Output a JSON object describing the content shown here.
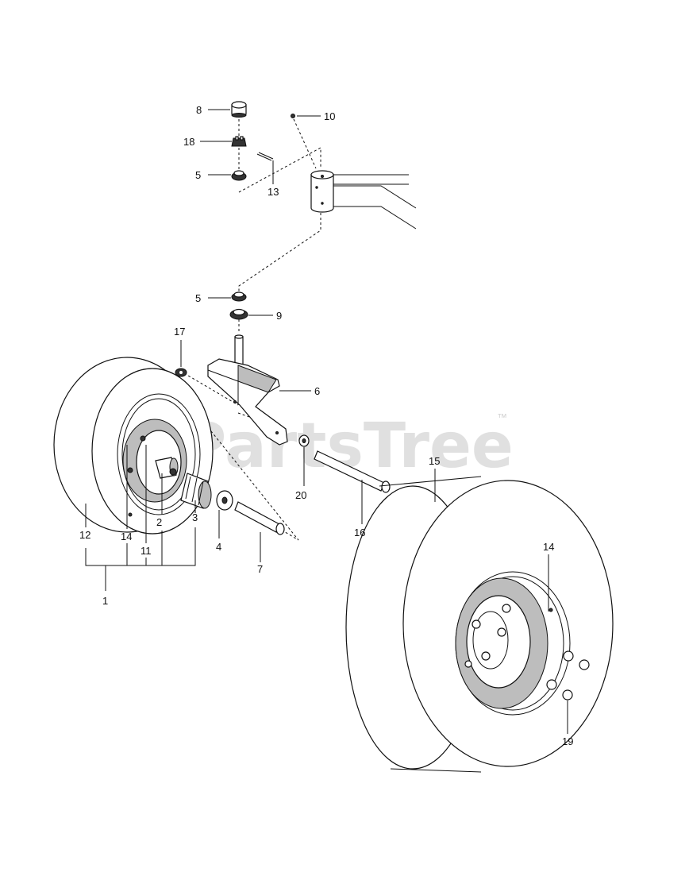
{
  "watermark": {
    "text": "PartsTree",
    "trademark": "™"
  },
  "callouts": {
    "c1": "1",
    "c2": "2",
    "c3": "3",
    "c4": "4",
    "c5a": "5",
    "c5b": "5",
    "c6": "6",
    "c7": "7",
    "c8": "8",
    "c9": "9",
    "c10": "10",
    "c11": "11",
    "c12": "12",
    "c13": "13",
    "c14a": "14",
    "c14b": "14",
    "c15": "15",
    "c16": "16",
    "c17": "17",
    "c18": "18",
    "c19": "19",
    "c20": "20"
  }
}
